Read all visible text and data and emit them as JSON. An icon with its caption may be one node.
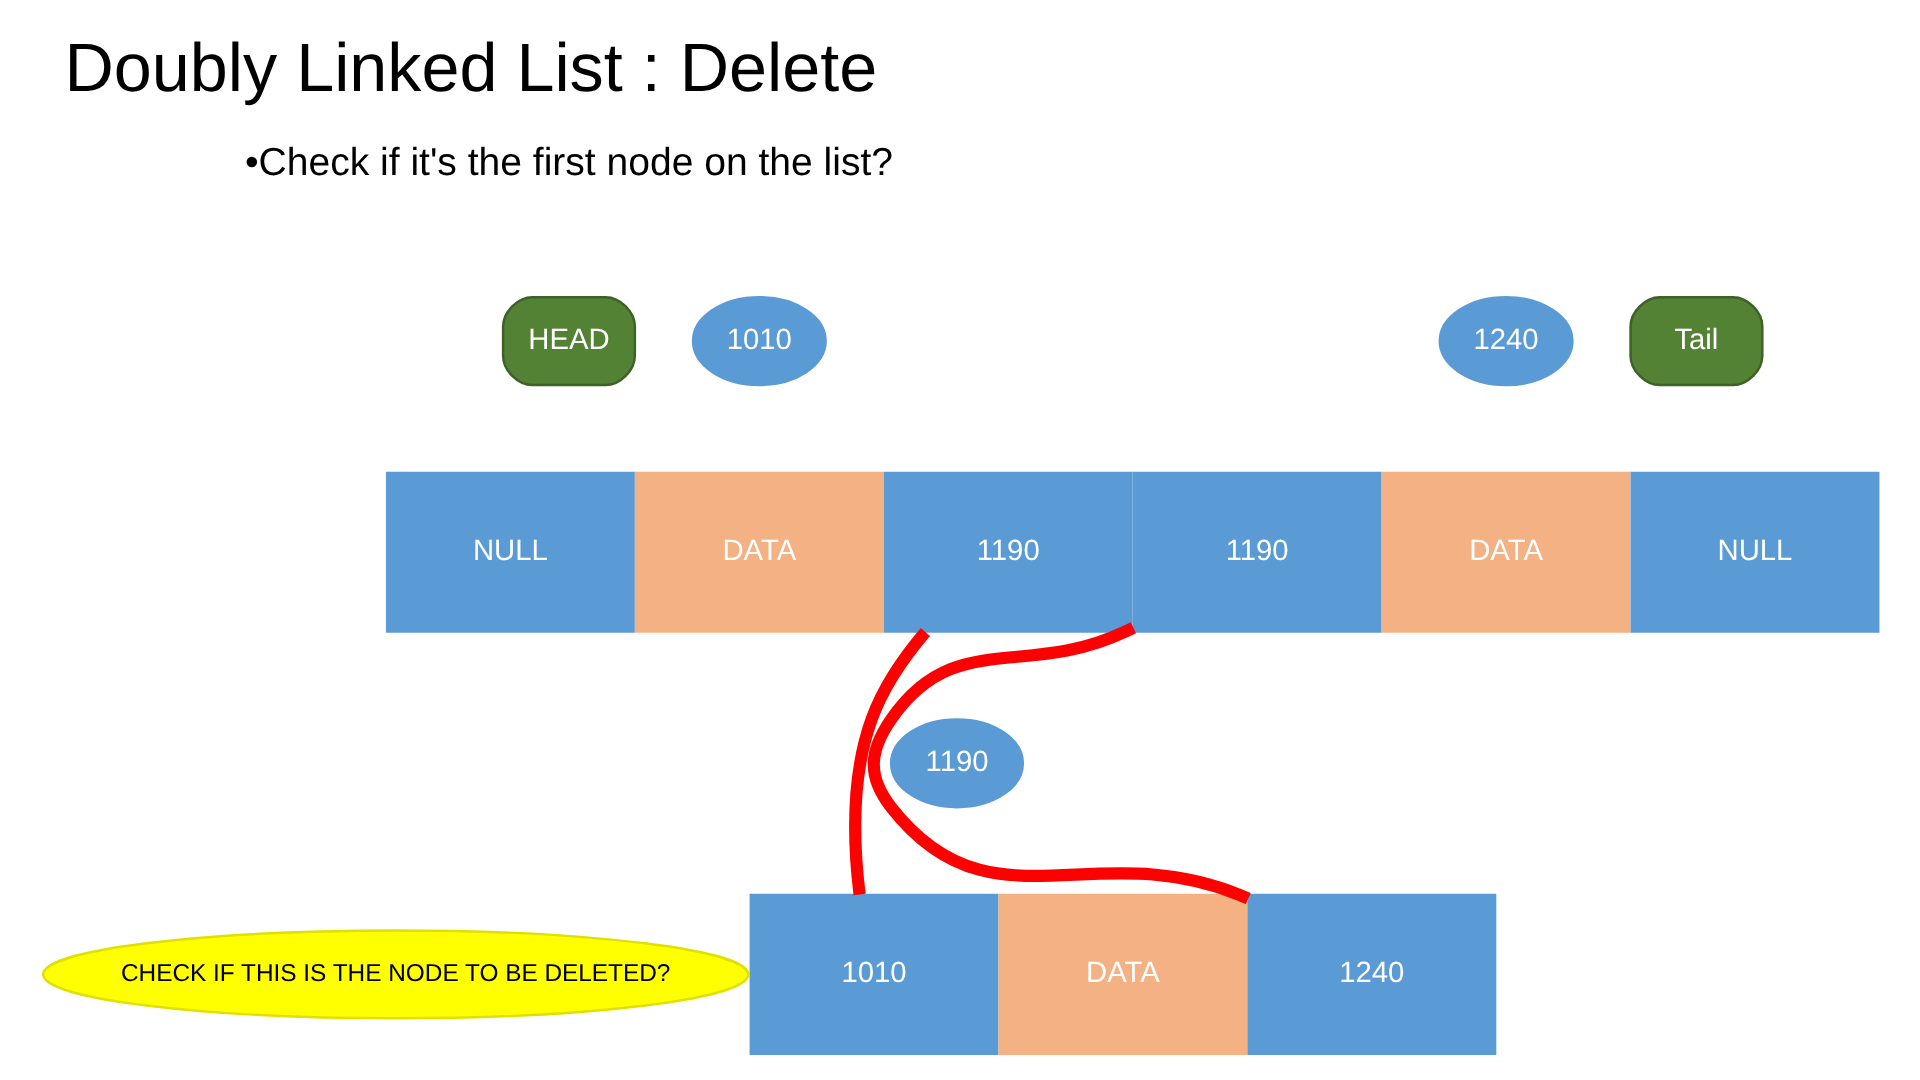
{
  "diagram": {
    "title": "Doubly Linked List : Delete",
    "nodes": [
      {
        "text": [
          "HEAD"
        ]
      },
      {
        "text": [
          "1010"
        ]
      },
      {
        "text": [
          "NULL"
        ]
      },
      {
        "text": [
          "DATA"
        ]
      },
      {
        "text": [
          "1190"
        ]
      },
      {
        "text": [
          "CHECK IF THIS IS THE NODE TO BE DELETED?"
        ]
      },
      {
        "text": [
          "1190"
        ]
      },
      {
        "text": [
          "1010"
        ]
      },
      {
        "text": [
          "DATA"
        ]
      },
      {
        "text": [
          "1240"
        ]
      },
      {
        "text": [
          "1240"
        ]
      },
      {
        "text": [
          "Tail"
        ]
      },
      {
        "text": [
          "1190"
        ]
      },
      {
        "text": [
          "DATA"
        ]
      },
      {
        "text": [
          "NULL"
        ]
      }
    ],
    "edges": [
      {
        "from": 4,
        "to": 7,
        "arrow": "none",
        "color": "#ff0000"
      },
      {
        "from": 9,
        "to": 12,
        "arrow": "none",
        "color": "#ff0000"
      }
    ],
    "labels": [
      "•Check if it's the first node on the list?"
    ]
  }
}
